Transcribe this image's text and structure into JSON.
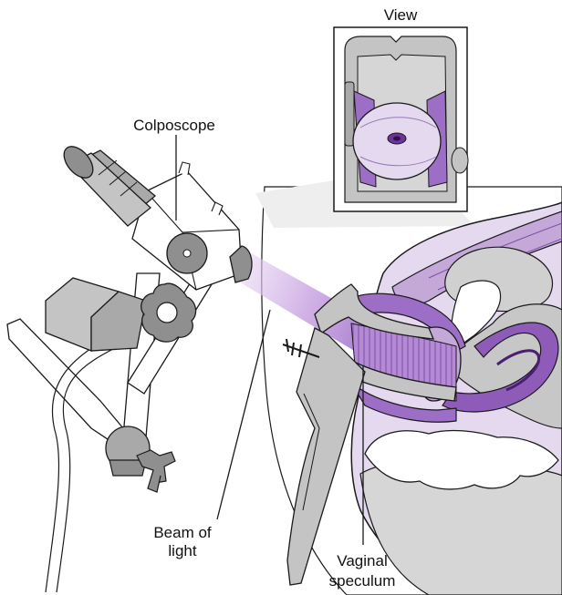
{
  "labels": {
    "view": "View",
    "colposcope": "Colposcope",
    "beam_line1": "Beam of",
    "beam_line2": "light",
    "speculum_line1": "Vaginal",
    "speculum_line2": "speculum"
  },
  "colors": {
    "instrument_gray": "#c4c4c4",
    "dark_gray": "#8f8f8f",
    "tissue_light": "#e4d9ee",
    "tissue_mid": "#c4a8d8",
    "tissue_dark": "#8e5cb8",
    "tissue_deep": "#5a2a86",
    "beam": "#c7a6e0",
    "outline": "#1a1a1a"
  }
}
